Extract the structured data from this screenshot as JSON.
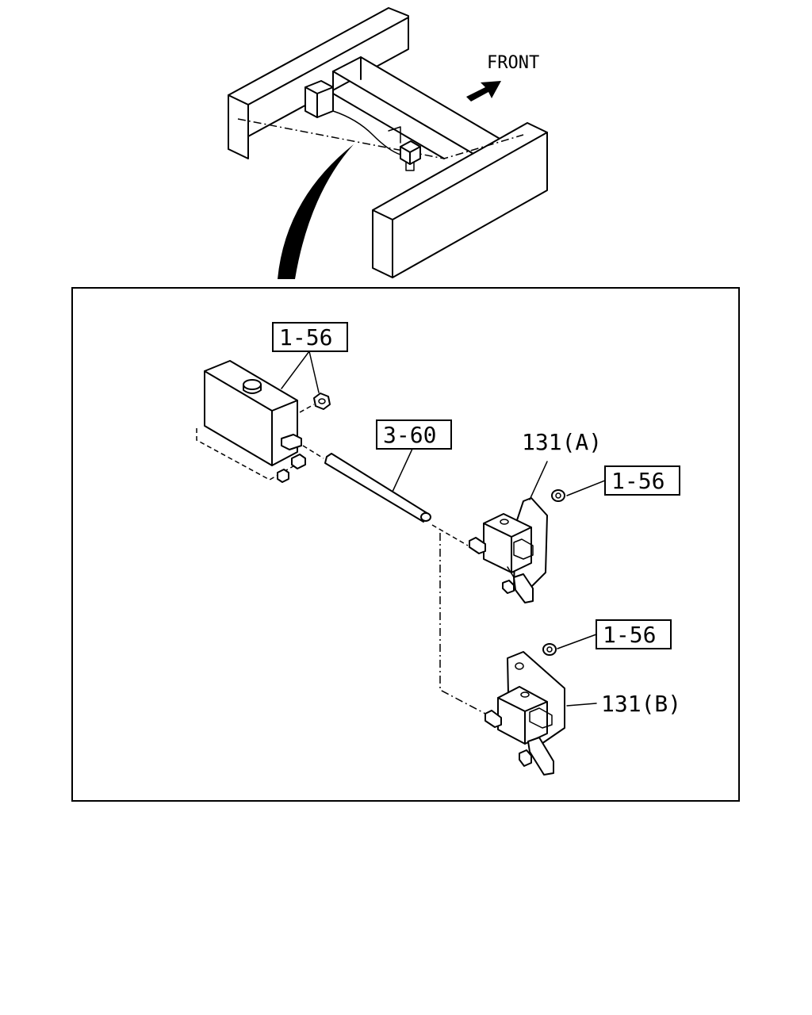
{
  "diagram": {
    "direction_label": "FRONT",
    "callouts": {
      "nut_top": "1-56",
      "hose": "3-60",
      "valve_a": "131(A)",
      "nut_a": "1-56",
      "nut_b": "1-56",
      "valve_b": "131(B)"
    }
  }
}
